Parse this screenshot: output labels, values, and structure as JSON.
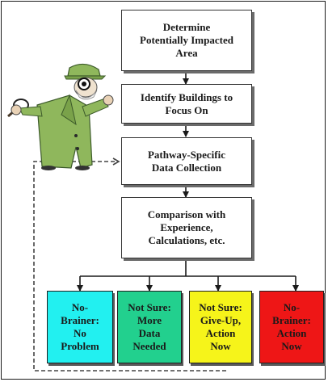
{
  "colors": {
    "outcome_cyan": "#22f0f0",
    "outcome_green": "#22d08e",
    "outcome_yellow": "#f6f41a",
    "outcome_red": "#ee1616",
    "detective_coat": "#8fb75c"
  },
  "illustration": {
    "icon": "detective-with-magnifying-glass-icon"
  },
  "steps": [
    {
      "label": "Determine\nPotentially Impacted\nArea"
    },
    {
      "label": "Identify Buildings to\nFocus On"
    },
    {
      "label": "Pathway-Specific\nData Collection"
    },
    {
      "label": "Comparison with\nExperience,\nCalculations, etc."
    }
  ],
  "outcomes": [
    {
      "label": "No-\nBrainer:\nNo\nProblem"
    },
    {
      "label": "Not Sure:\nMore\nData\nNeeded"
    },
    {
      "label": "Not Sure:\nGive-Up,\nAction\nNow"
    },
    {
      "label": "No-\nBrainer:\nAction\nNow"
    }
  ]
}
